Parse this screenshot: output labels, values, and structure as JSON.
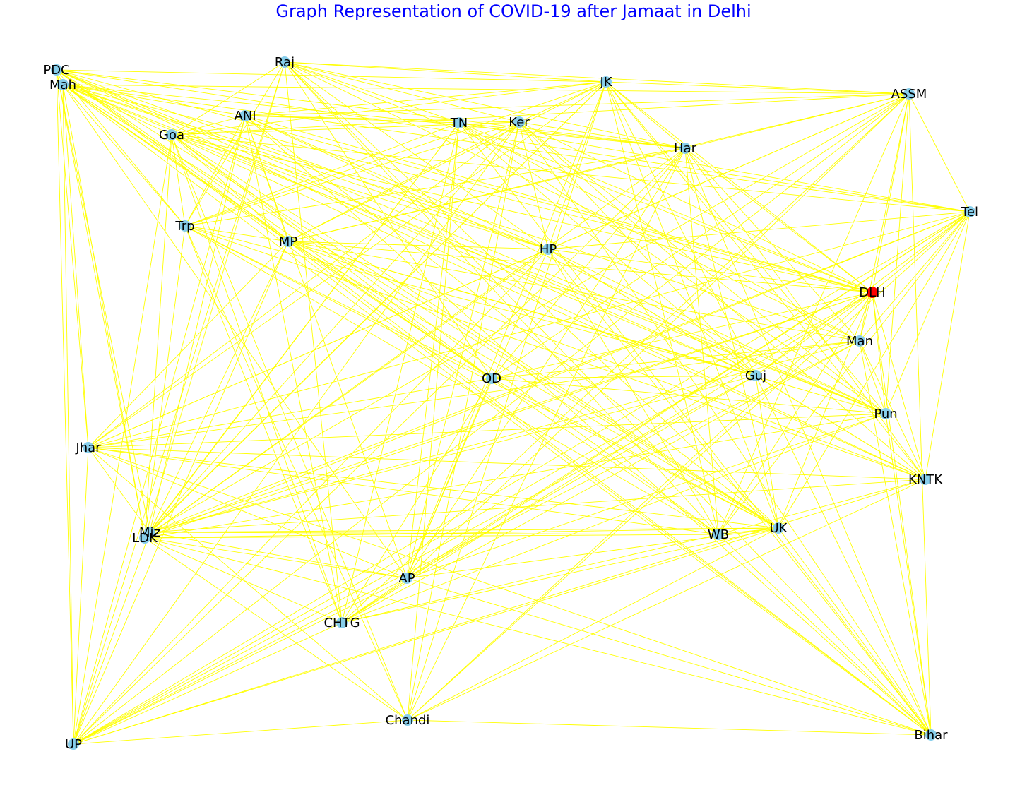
{
  "title": "Graph Representation of COVID-19 after Jamaat in Delhi",
  "colors": {
    "title": "#0000ff",
    "edge": "#ffff00",
    "node": "#87ceeb",
    "highlight_node": "#ff0000",
    "label": "#000000"
  },
  "graph": {
    "highlighted_node": "DLH",
    "nodes": [
      {
        "id": "PDC"
      },
      {
        "id": "Mah"
      },
      {
        "id": "Raj"
      },
      {
        "id": "ANI"
      },
      {
        "id": "Goa"
      },
      {
        "id": "JK"
      },
      {
        "id": "TN"
      },
      {
        "id": "Ker"
      },
      {
        "id": "ASSM"
      },
      {
        "id": "Har"
      },
      {
        "id": "Tel"
      },
      {
        "id": "Trp"
      },
      {
        "id": "MP"
      },
      {
        "id": "HP"
      },
      {
        "id": "DLH"
      },
      {
        "id": "Man"
      },
      {
        "id": "OD"
      },
      {
        "id": "Guj"
      },
      {
        "id": "Pun"
      },
      {
        "id": "Jhar"
      },
      {
        "id": "KNTK"
      },
      {
        "id": "Miz"
      },
      {
        "id": "LDK"
      },
      {
        "id": "WB"
      },
      {
        "id": "UK"
      },
      {
        "id": "AP"
      },
      {
        "id": "CHTG"
      },
      {
        "id": "Chandi"
      },
      {
        "id": "Bihar"
      },
      {
        "id": "UP"
      }
    ]
  }
}
